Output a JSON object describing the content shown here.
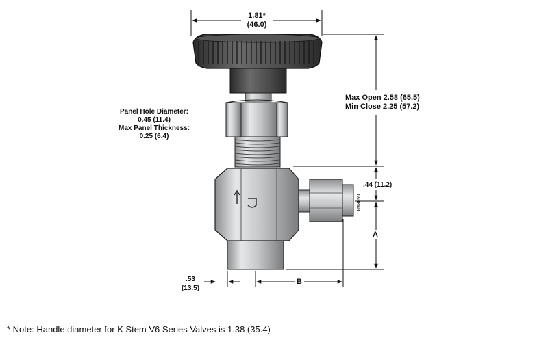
{
  "dimensions": {
    "handle_diameter": "1.81",
    "handle_diameter_asterisk": "*",
    "handle_diameter_mm": "(46.0)",
    "max_open": "Max Open 2.58 (65.5)",
    "min_close": "Min Close 2.25 (57.2)",
    "panel_hole_label": "Panel Hole Diameter:",
    "panel_hole_value": "0.45 (11.4)",
    "panel_thickness_label": "Max Panel Thickness:",
    "panel_thickness_value": "0.25 (6.4)",
    "outlet_offset": ".44 (11.2)",
    "dim_a": "A",
    "dim_b": "B",
    "bottom_width_in": ".53",
    "bottom_width_mm": "(13.5)"
  },
  "body_marking": "PARKER",
  "footnote": "* Note: Handle diameter for K Stem V6 Series Valves is 1.38 (35.4)"
}
